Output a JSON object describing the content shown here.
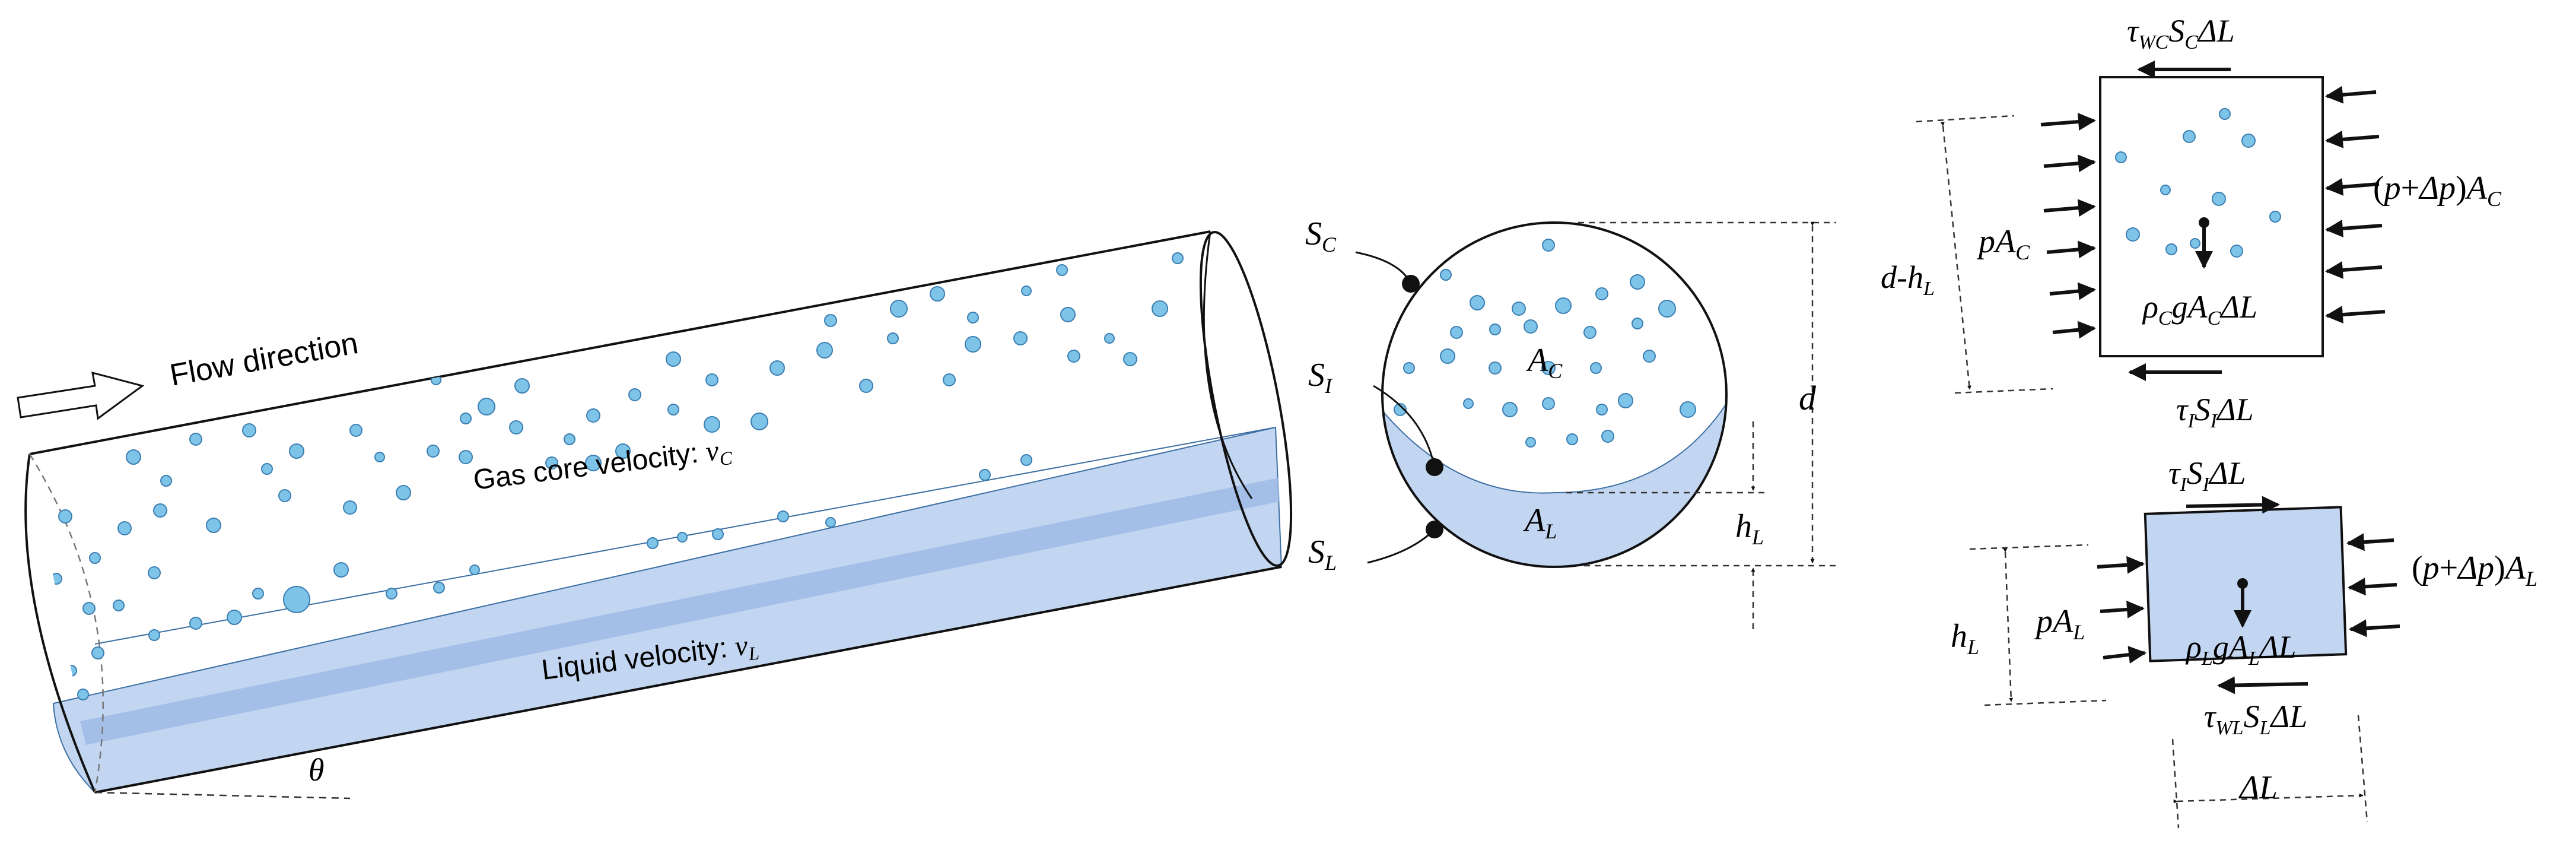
{
  "colors": {
    "liquid": "#c3d6f1",
    "liquid_dark": "#9dbae5",
    "bubble": "#7ec4e9",
    "bubble_stroke": "#3c7fb2",
    "line": "#111111"
  },
  "icons": {
    "flow_arrow": "hollow-right-arrow-icon",
    "force_arrows": "black-arrow-icon"
  },
  "pipe": {
    "flow_direction": "Flow direction",
    "gas_core_text": "Gas core velocity: ",
    "gas_core_symbol": "v",
    "gas_core_sub": "C",
    "liquid_text": "Liquid velocity: ",
    "liquid_symbol": "v",
    "liquid_sub": "L",
    "angle": "θ"
  },
  "cross_section": {
    "sc": {
      "sym": "S",
      "sub": "C"
    },
    "si": {
      "sym": "S",
      "sub": "I"
    },
    "sl": {
      "sym": "S",
      "sub": "L"
    },
    "ac": {
      "sym": "A",
      "sub": "C"
    },
    "al": {
      "sym": "A",
      "sub": "L"
    },
    "hl": {
      "sym": "h",
      "sub": "L"
    },
    "d": "d"
  },
  "gas_element": {
    "top_shear": {
      "tau": "τ",
      "tau_sub": "WC",
      "s": "S",
      "s_sub": "C",
      "dl": "ΔL"
    },
    "bottom_shear": {
      "tau": "τ",
      "tau_sub": "I",
      "s": "S",
      "s_sub": "I",
      "dl": "ΔL"
    },
    "left_pressure": {
      "p": "p",
      "a": "A",
      "sub": "C"
    },
    "right_pressure": {
      "open": "(",
      "p": "p",
      "plus": "+",
      "dp": "Δp",
      "close": ")",
      "a": "A",
      "sub": "C"
    },
    "weight": {
      "rho": "ρ",
      "rho_sub": "C",
      "g": "g",
      "a": "A",
      "a_sub": "C",
      "dl": "ΔL"
    },
    "height": {
      "d": "d",
      "dash": "-",
      "h": "h",
      "sub": "L"
    }
  },
  "liquid_element": {
    "top_shear": {
      "tau": "τ",
      "tau_sub": "I",
      "s": "S",
      "s_sub": "I",
      "dl": "ΔL"
    },
    "bottom_shear": {
      "tau": "τ",
      "tau_sub": "WL",
      "s": "S",
      "s_sub": "L",
      "dl": "ΔL"
    },
    "left_pressure": {
      "p": "p",
      "a": "A",
      "sub": "L"
    },
    "right_pressure": {
      "open": "(",
      "p": "p",
      "plus": "+",
      "dp": "Δp",
      "close": ")",
      "a": "A",
      "sub": "L"
    },
    "weight": {
      "rho": "ρ",
      "rho_sub": "L",
      "g": "g",
      "a": "A",
      "a_sub": "L",
      "dl": "ΔL"
    },
    "height": {
      "h": "h",
      "sub": "L"
    },
    "length": "ΔL"
  }
}
